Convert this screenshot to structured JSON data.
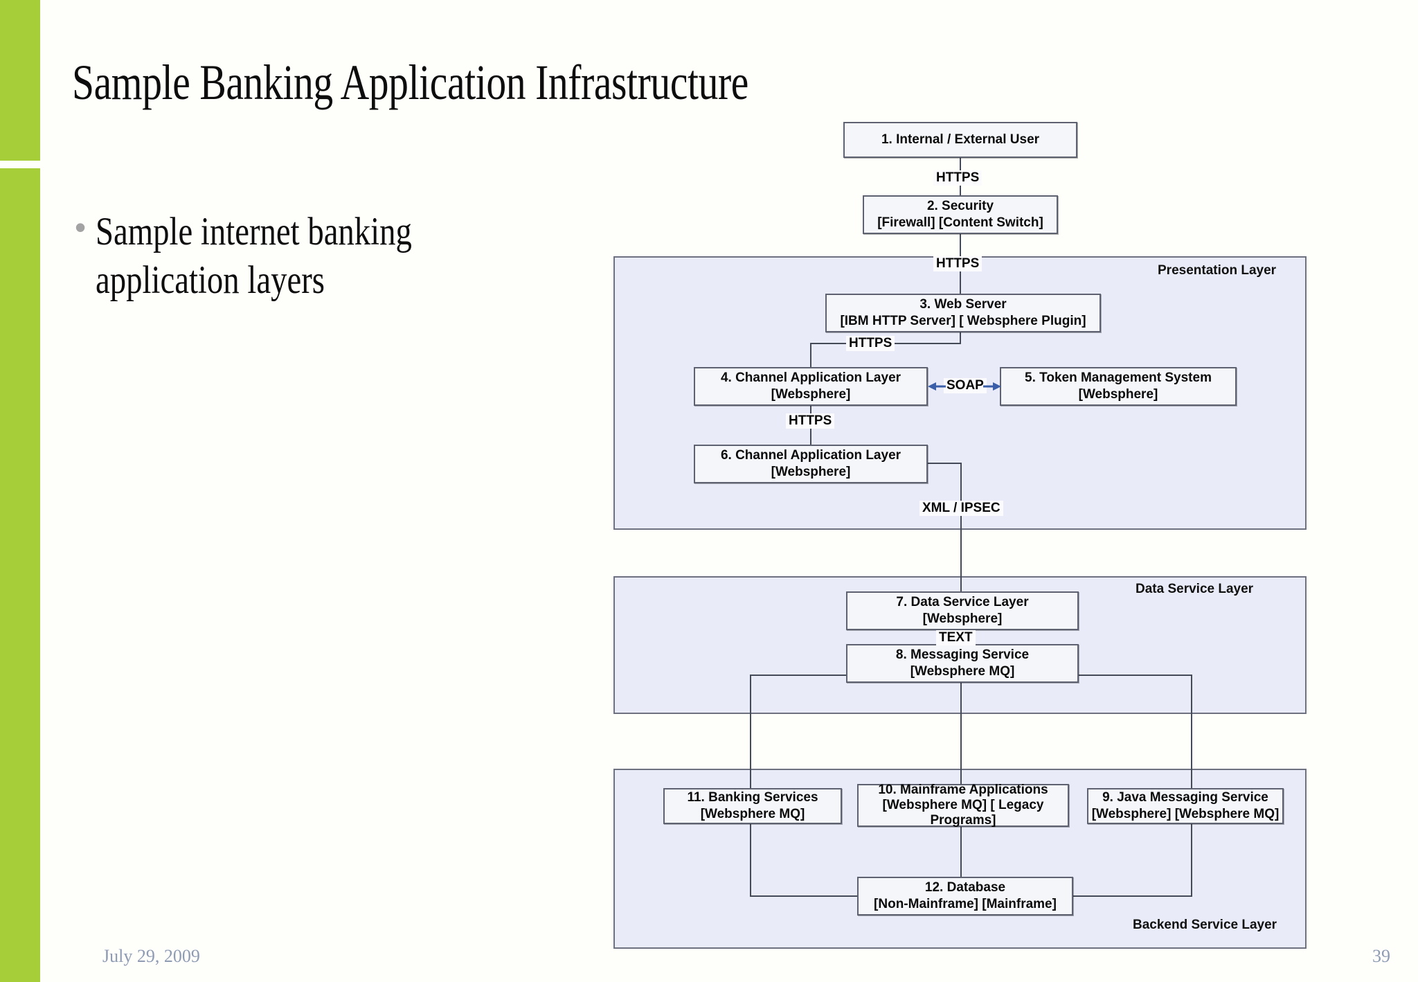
{
  "slide": {
    "title": "Sample Banking Application Infrastructure",
    "bullet_marker": "•",
    "bullet_text": "Sample internet banking\napplication layers",
    "footer_date": "July 29, 2009",
    "page_number": "39",
    "accent_color": "#a6ce39"
  },
  "diagram": {
    "type": "layered-architecture",
    "layers": [
      {
        "id": "presentation",
        "label": "Presentation Layer"
      },
      {
        "id": "data",
        "label": "Data Service Layer"
      },
      {
        "id": "backend",
        "label": "Backend Service Layer"
      }
    ],
    "nodes": [
      {
        "id": 1,
        "line1": "1. Internal / External User",
        "line2": ""
      },
      {
        "id": 2,
        "line1": "2. Security",
        "line2": "[Firewall] [Content Switch]"
      },
      {
        "id": 3,
        "line1": "3. Web Server",
        "line2": "[IBM HTTP Server] [ Websphere Plugin]"
      },
      {
        "id": 4,
        "line1": "4. Channel Application Layer",
        "line2": "[Websphere]"
      },
      {
        "id": 5,
        "line1": "5. Token Management System",
        "line2": "[Websphere]"
      },
      {
        "id": 6,
        "line1": "6. Channel Application Layer",
        "line2": "[Websphere]"
      },
      {
        "id": 7,
        "line1": "7. Data Service Layer",
        "line2": "[Websphere]"
      },
      {
        "id": 8,
        "line1": "8. Messaging Service",
        "line2": "[Websphere MQ]"
      },
      {
        "id": 9,
        "line1": "9. Java Messaging Service",
        "line2": "[Websphere] [Websphere MQ]"
      },
      {
        "id": 10,
        "line1": "10. Mainframe Applications",
        "line2": "[Websphere MQ] [ Legacy Programs]"
      },
      {
        "id": 11,
        "line1": "11. Banking Services",
        "line2": "[Websphere MQ]"
      },
      {
        "id": 12,
        "line1": "12. Database",
        "line2": "[Non-Mainframe] [Mainframe]"
      }
    ],
    "edge_labels": [
      {
        "id": "e1",
        "text": "HTTPS",
        "from": 1,
        "to": 2
      },
      {
        "id": "e2",
        "text": "HTTPS",
        "from": 2,
        "to": 3
      },
      {
        "id": "e3",
        "text": "HTTPS",
        "from": 3,
        "to": 4
      },
      {
        "id": "e4",
        "text": "SOAP",
        "from": 4,
        "to": 5
      },
      {
        "id": "e5",
        "text": "HTTPS",
        "from": 4,
        "to": 6
      },
      {
        "id": "e6",
        "text": "XML / IPSEC",
        "from": 6,
        "to": 7
      },
      {
        "id": "e7",
        "text": "TEXT",
        "from": 7,
        "to": 8
      }
    ],
    "colors": {
      "layer_fill": "#e9ecf8",
      "layer_border": "#6e7180",
      "node_fill": "#f5f6fa",
      "node_border": "#5e6270",
      "connector": "#444a58",
      "arrow": "#3b5ea8"
    }
  }
}
